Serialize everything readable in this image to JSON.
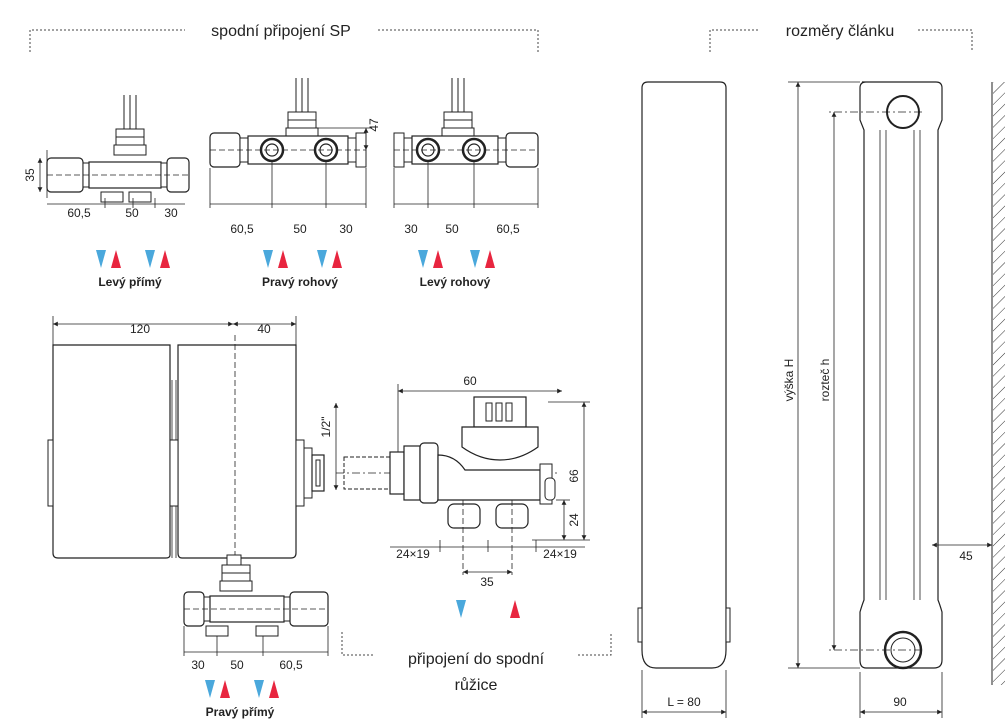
{
  "headers": {
    "sp": "spodní připojení SP",
    "size": "rozměry článku",
    "bottom_line1": "připojení do spodní",
    "bottom_line2": "růžice"
  },
  "valves": {
    "v1": {
      "caption": "Levý přímý",
      "dims": [
        "60,5",
        "50",
        "30"
      ],
      "height": "35"
    },
    "v2": {
      "caption": "Pravý rohový",
      "dims": [
        "60,5",
        "50",
        "30"
      ],
      "height": "47"
    },
    "v3": {
      "caption": "Levý rohový",
      "dims": [
        "30",
        "50",
        "60,5"
      ]
    },
    "v4": {
      "caption": "Pravý přímý",
      "dims": [
        "30",
        "50",
        "60,5"
      ]
    }
  },
  "detail": {
    "w120": "120",
    "w40": "40",
    "d60": "60",
    "thread": "1/2\"",
    "h66": "66",
    "h24": "24",
    "pipe_left": "24×19",
    "pipe_right": "24×19",
    "spacing": "35"
  },
  "section": {
    "depth": "L = 80",
    "width": "90",
    "wall": "45",
    "height_H": "výška H",
    "pitch_h": "rozteč h"
  },
  "colors": {
    "supply": "#e8253f",
    "return": "#4aa8dc",
    "line": "#222222"
  }
}
